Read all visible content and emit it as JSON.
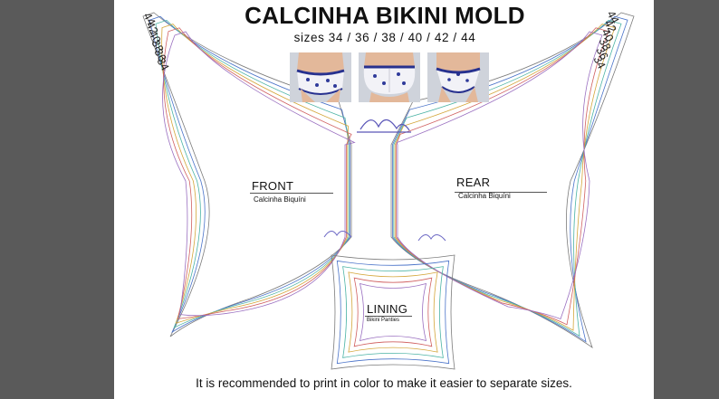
{
  "document": {
    "title": "CALCINHA BIKINI MOLD",
    "sizes_line": "sizes 34 / 36 / 38 / 40 / 42 / 44",
    "front": {
      "name": "FRONT",
      "subtitle": "Calcinha Biquíni"
    },
    "rear": {
      "name": "REAR",
      "subtitle": "Calcinha Biquíni"
    },
    "lining": {
      "name": "LINING",
      "subtitle": "Bikini Panties"
    },
    "footer": "It is recommended to print in color to make it easier to separate sizes.",
    "size_labels": [
      "44",
      "42",
      "40",
      "38",
      "36",
      "34"
    ],
    "size_colors": [
      "#7b7b7b",
      "#4a73c9",
      "#4bb3a5",
      "#d4a63a",
      "#d06060",
      "#9a6fc0"
    ],
    "logo_icon": "brand-logo-mark",
    "photos": [
      "front-model-photo",
      "rear-model-photo",
      "side-model-photo"
    ]
  }
}
